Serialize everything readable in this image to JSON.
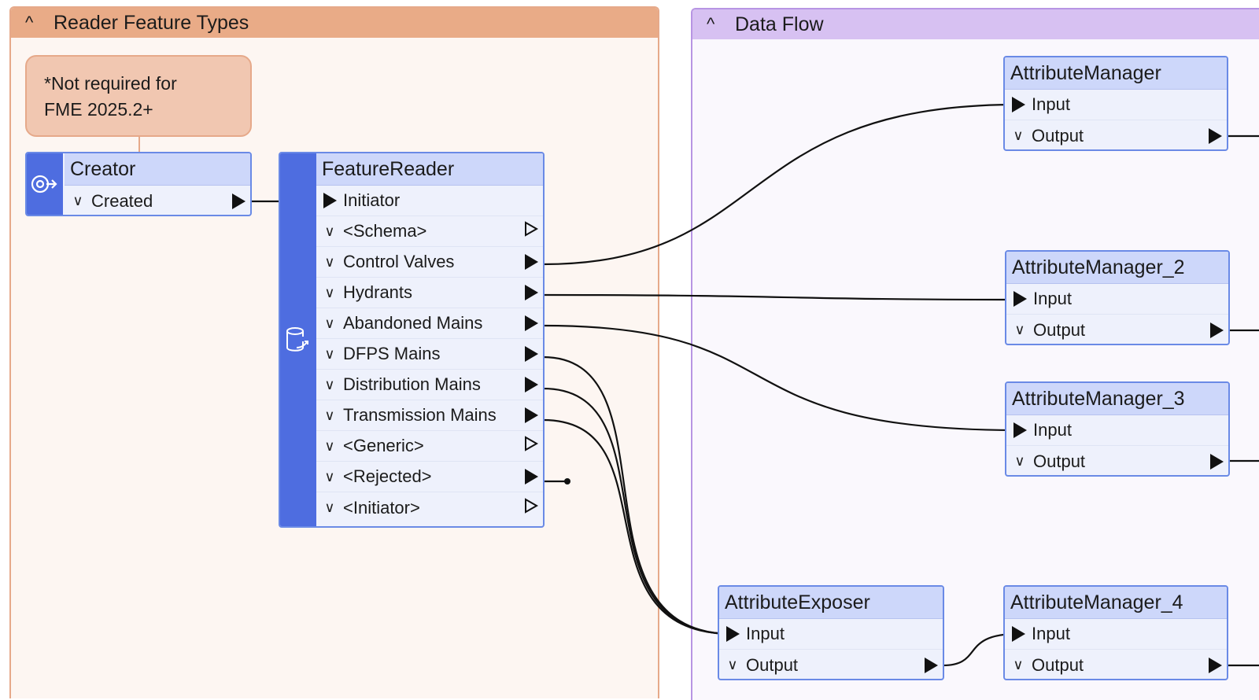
{
  "bookmarks": {
    "reader": {
      "title": "Reader Feature Types"
    },
    "flow": {
      "title": "Data Flow"
    }
  },
  "note": {
    "lines": [
      "*Not required for",
      "FME 2025.2+"
    ]
  },
  "creator": {
    "title": "Creator",
    "ports": [
      "Created"
    ]
  },
  "featurereader": {
    "title": "FeatureReader",
    "input": "Initiator",
    "ports": [
      "<Schema>",
      "Control Valves",
      "Hydrants",
      "Abandoned Mains",
      "DFPS Mains",
      "Distribution Mains",
      "Transmission Mains",
      "<Generic>",
      "<Rejected>",
      "<Initiator>"
    ]
  },
  "attributemanager": {
    "title": "AttributeManager",
    "input": "Input",
    "output": "Output"
  },
  "attributemanager_2": {
    "title": "AttributeManager_2",
    "input": "Input",
    "output": "Output"
  },
  "attributemanager_3": {
    "title": "AttributeManager_3",
    "input": "Input",
    "output": "Output"
  },
  "attributeexposer": {
    "title": "AttributeExposer",
    "input": "Input",
    "output": "Output"
  },
  "attributemanager_4": {
    "title": "AttributeManager_4",
    "input": "Input",
    "output": "Output"
  },
  "colors": {
    "reader_bookmark": "#e9ab87",
    "flow_bookmark": "#d7c1f2",
    "transformer_accent": "#4e6de0",
    "transformer_title": "#cdd7fa",
    "note": "#f1c7b1"
  },
  "icons": {
    "bookmark_collapse": "caret-up-icon",
    "creator": "creator-icon",
    "featurereader": "database-icon",
    "port_expand": "chevron-down-icon",
    "connected_port": "filled-triangle-icon",
    "unconnected_port": "outline-triangle-icon"
  }
}
